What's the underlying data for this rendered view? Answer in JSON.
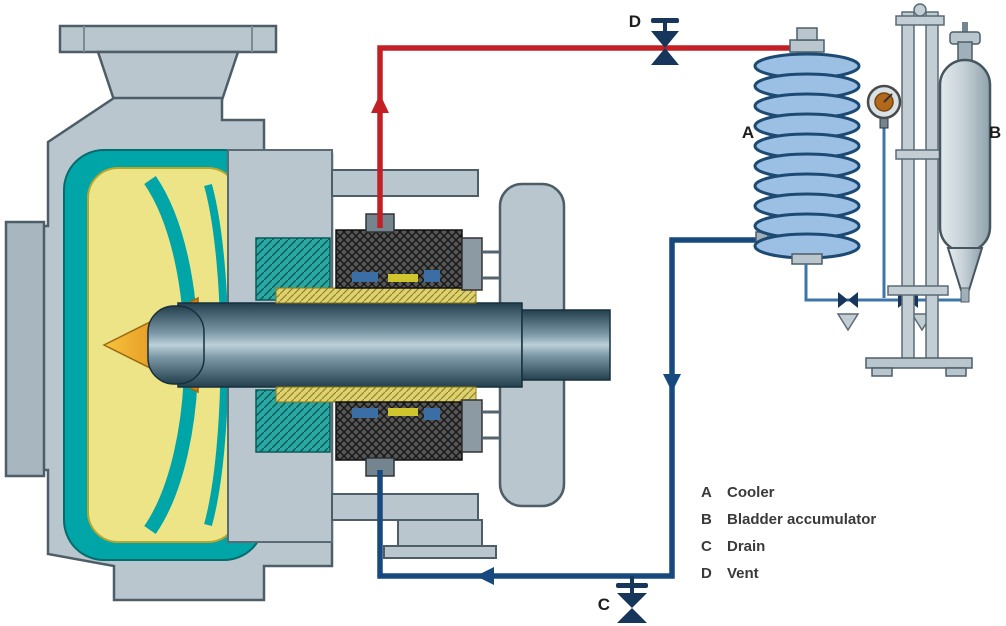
{
  "figure": {
    "markers": {
      "cooler": "A",
      "accumulator": "B",
      "drain": "C",
      "vent": "D"
    },
    "legend": [
      {
        "key": "A",
        "label": "Cooler"
      },
      {
        "key": "B",
        "label": "Bladder accumulator"
      },
      {
        "key": "C",
        "label": "Drain"
      },
      {
        "key": "D",
        "label": "Vent"
      }
    ],
    "colors": {
      "supply_line": "#c32026",
      "return_line": "#17497e",
      "valve": "#16365c",
      "pump_body": "#b9c6cd",
      "impeller_shroud": "#00a5a8",
      "impeller": "#ece487",
      "hub": "#e89b1e",
      "shaft": "#4f6d7d",
      "cooler_coil": "#9cc0e4",
      "accumulator": "#c3ced4"
    }
  }
}
